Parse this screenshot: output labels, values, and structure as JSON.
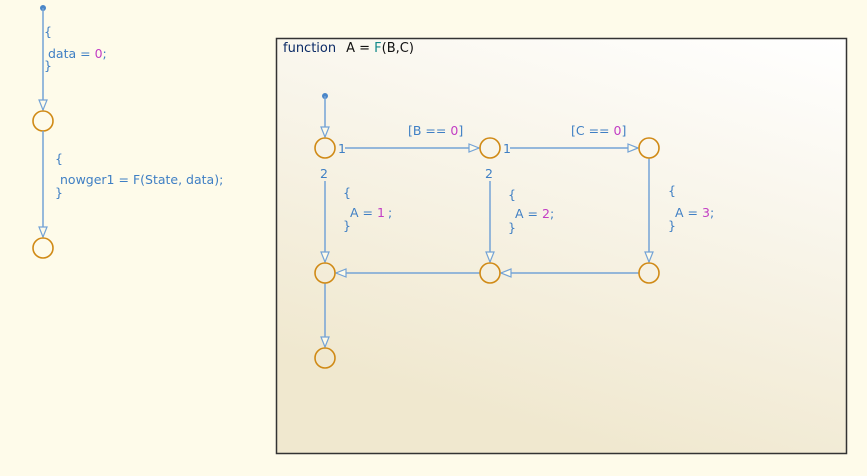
{
  "outer": {
    "default_action": {
      "open": "{",
      "lhs": "data = ",
      "value": "0",
      "end": ";",
      "close": "}"
    },
    "call_action": {
      "open": "{",
      "text": "nowger1 = ",
      "fn": "F",
      "args": "(State, data);",
      "close": "}"
    }
  },
  "function_box": {
    "keyword": "function",
    "lhs": "A = ",
    "name": "F",
    "args": "(B,C)",
    "conditions": [
      {
        "open": "[B == ",
        "value": "0",
        "close": "]"
      },
      {
        "open": "[C == ",
        "value": "0",
        "close": "]"
      }
    ],
    "actions": [
      {
        "open": "{",
        "lhs": "A = ",
        "value": "1",
        "end": ";",
        "close": "}"
      },
      {
        "open": "{",
        "lhs": "A = ",
        "value": "2",
        "end": ";",
        "close": "}"
      },
      {
        "open": "{",
        "lhs": "A = ",
        "value": "3",
        "end": ";",
        "close": "}"
      }
    ],
    "order_labels": {
      "first": "1",
      "second": "2"
    }
  },
  "colors": {
    "junction": "#d08a16",
    "transition": "#74a3d6",
    "number": "#c23ec4",
    "background": "#fefbea"
  }
}
